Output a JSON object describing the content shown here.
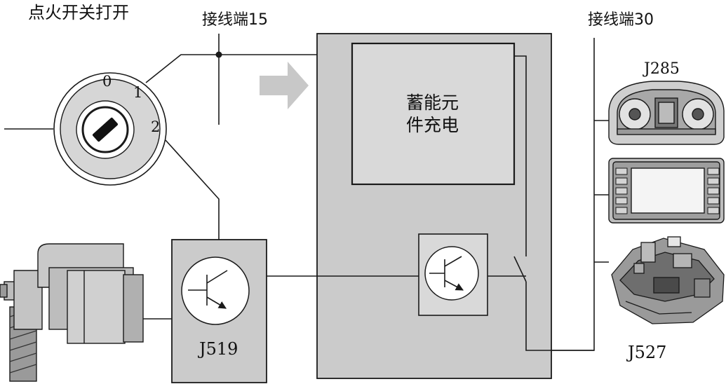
{
  "labels": {
    "ignition_on": "点火开关打开",
    "terminal_15": "接线端15",
    "terminal_30": "接线端30",
    "storage_line1": "蓄能元",
    "storage_line2": "件充电",
    "j285": "J285",
    "j519": "J519",
    "j527": "J527",
    "switch_pos_0": "0",
    "switch_pos_1": "1",
    "switch_pos_2": "2"
  },
  "icons": {
    "arrow": "right-arrow-icon",
    "ignition_switch": "ignition-switch-icon",
    "key": "key-icon",
    "transistor": "transistor-icon",
    "starter_motor": "starter-motor-icon",
    "instrument_cluster": "instrument-cluster-icon",
    "radio_navigation": "radio-navigation-icon",
    "steering_column_module": "steering-column-module-icon"
  },
  "colors": {
    "line": "#1a1a1a",
    "control_unit_fill": "#cbcbcb",
    "storage_fill": "#d9d9d9",
    "arrow_fill": "#c8c8c8"
  }
}
